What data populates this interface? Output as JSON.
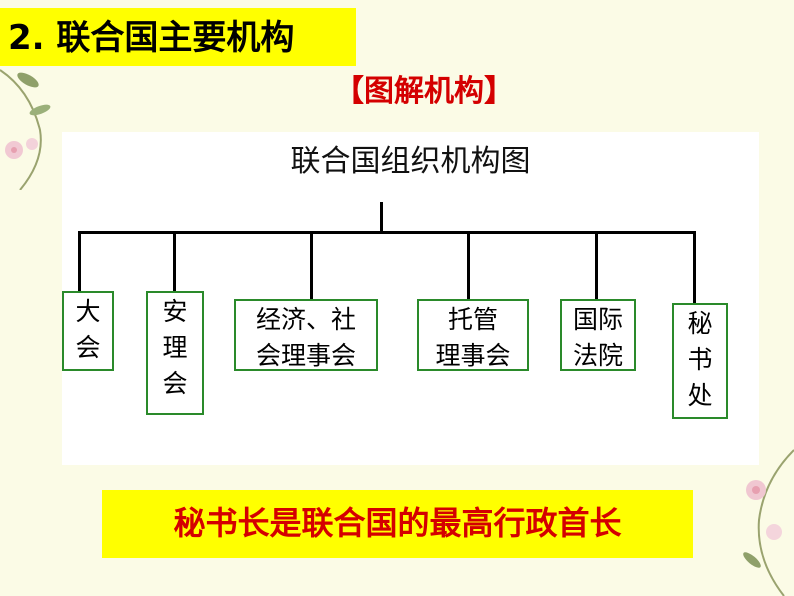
{
  "slide": {
    "title": "2. 联合国主要机构",
    "subtitle": "【图解机构】",
    "org_title": "联合国组织机构图",
    "bottom_note": "秘书长是联合国的最高行政首长"
  },
  "org_nodes": [
    {
      "id": "general-assembly",
      "lines": [
        "大",
        "会"
      ]
    },
    {
      "id": "security-council",
      "lines": [
        "安",
        "理",
        "会"
      ]
    },
    {
      "id": "economic-social-council",
      "lines": [
        "经济、社",
        "会理事会"
      ]
    },
    {
      "id": "trusteeship-council",
      "lines": [
        "托管",
        "理事会"
      ]
    },
    {
      "id": "international-court",
      "lines": [
        "国际",
        "法院"
      ]
    },
    {
      "id": "secretariat",
      "lines": [
        "秘",
        "书",
        "处"
      ]
    }
  ],
  "colors": {
    "background": "#fbfbe6",
    "highlight": "#ffff00",
    "red_text": "#d40000",
    "node_border": "#2a8a2a"
  }
}
